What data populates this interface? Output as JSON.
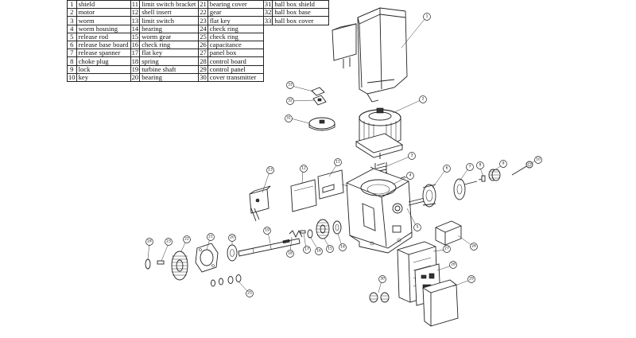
{
  "parts": [
    {
      "no": "1",
      "name": "shield"
    },
    {
      "no": "2",
      "name": "motor"
    },
    {
      "no": "3",
      "name": "worm"
    },
    {
      "no": "4",
      "name": "worm housing"
    },
    {
      "no": "5",
      "name": "release rod"
    },
    {
      "no": "6",
      "name": "release base board"
    },
    {
      "no": "7",
      "name": "release spanner"
    },
    {
      "no": "8",
      "name": "choke plug"
    },
    {
      "no": "9",
      "name": "lock"
    },
    {
      "no": "10",
      "name": "key"
    },
    {
      "no": "11",
      "name": "limit switch bracket"
    },
    {
      "no": "12",
      "name": "shell insert"
    },
    {
      "no": "13",
      "name": "limit switch"
    },
    {
      "no": "14",
      "name": "bearing"
    },
    {
      "no": "15",
      "name": "worm gear"
    },
    {
      "no": "16",
      "name": "check ring"
    },
    {
      "no": "17",
      "name": "flat key"
    },
    {
      "no": "18",
      "name": "spring"
    },
    {
      "no": "19",
      "name": "turbine shaft"
    },
    {
      "no": "20",
      "name": "bearing"
    },
    {
      "no": "21",
      "name": "bearing cover"
    },
    {
      "no": "22",
      "name": "gear"
    },
    {
      "no": "23",
      "name": "flat key"
    },
    {
      "no": "24",
      "name": "check ring"
    },
    {
      "no": "25",
      "name": "check ring"
    },
    {
      "no": "26",
      "name": "capacitance"
    },
    {
      "no": "27",
      "name": "panel box"
    },
    {
      "no": "28",
      "name": "control board"
    },
    {
      "no": "29",
      "name": "control panel"
    },
    {
      "no": "30",
      "name": "cover transmitter"
    },
    {
      "no": "31",
      "name": "hall box shield"
    },
    {
      "no": "32",
      "name": "hall box base"
    },
    {
      "no": "33",
      "name": "hall box cover"
    }
  ],
  "callouts": {
    "c1": "1",
    "c2": "2",
    "c3": "3",
    "c4": "4",
    "c5": "5",
    "c6": "6",
    "c7": "7",
    "c8": "8",
    "c9": "9",
    "c10": "10",
    "c11": "11",
    "c12": "12",
    "c13": "13",
    "c14": "14",
    "c15": "15",
    "c16": "16",
    "c17": "17",
    "c18": "18",
    "c19": "19",
    "c20": "20",
    "c21": "21",
    "c22": "22",
    "c23": "23",
    "c24": "24",
    "c25": "25",
    "c26": "26",
    "c27": "27",
    "c28": "28",
    "c29": "29",
    "c30": "30",
    "c31": "31",
    "c32": "32",
    "c33": "33"
  }
}
